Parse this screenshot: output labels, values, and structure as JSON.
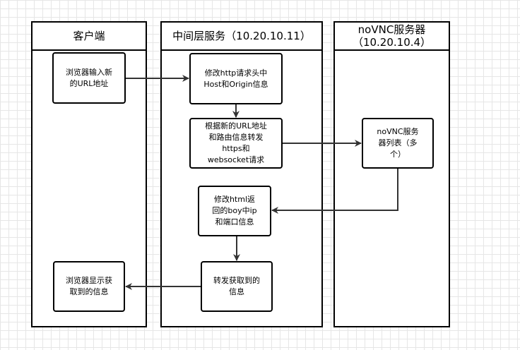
{
  "lanes": {
    "client": {
      "title": "客户端"
    },
    "middle": {
      "title": "中间层服务（10.20.10.11）"
    },
    "novnc": {
      "title": "noVNC服务器\n（10.20.10.4）"
    }
  },
  "nodes": {
    "browser_input": "浏览器输入新\n的URL地址",
    "modify_headers": "修改http请求头中\nHost和Origin信息",
    "route_forward": "根据新的URL地址\n和路由信息转发\nhttps和\nwebsocket请求",
    "novnc_list": "noVNC服务\n器列表（多\n个）",
    "modify_html": "修改html返\n回的boy中ip\n和端口信息",
    "forward_result": "转发获取到的\n信息",
    "browser_display": "浏览器显示获\n取到的信息"
  },
  "colors": {
    "line": "#333333",
    "border": "#000000",
    "grid": "#e6e6e6"
  }
}
